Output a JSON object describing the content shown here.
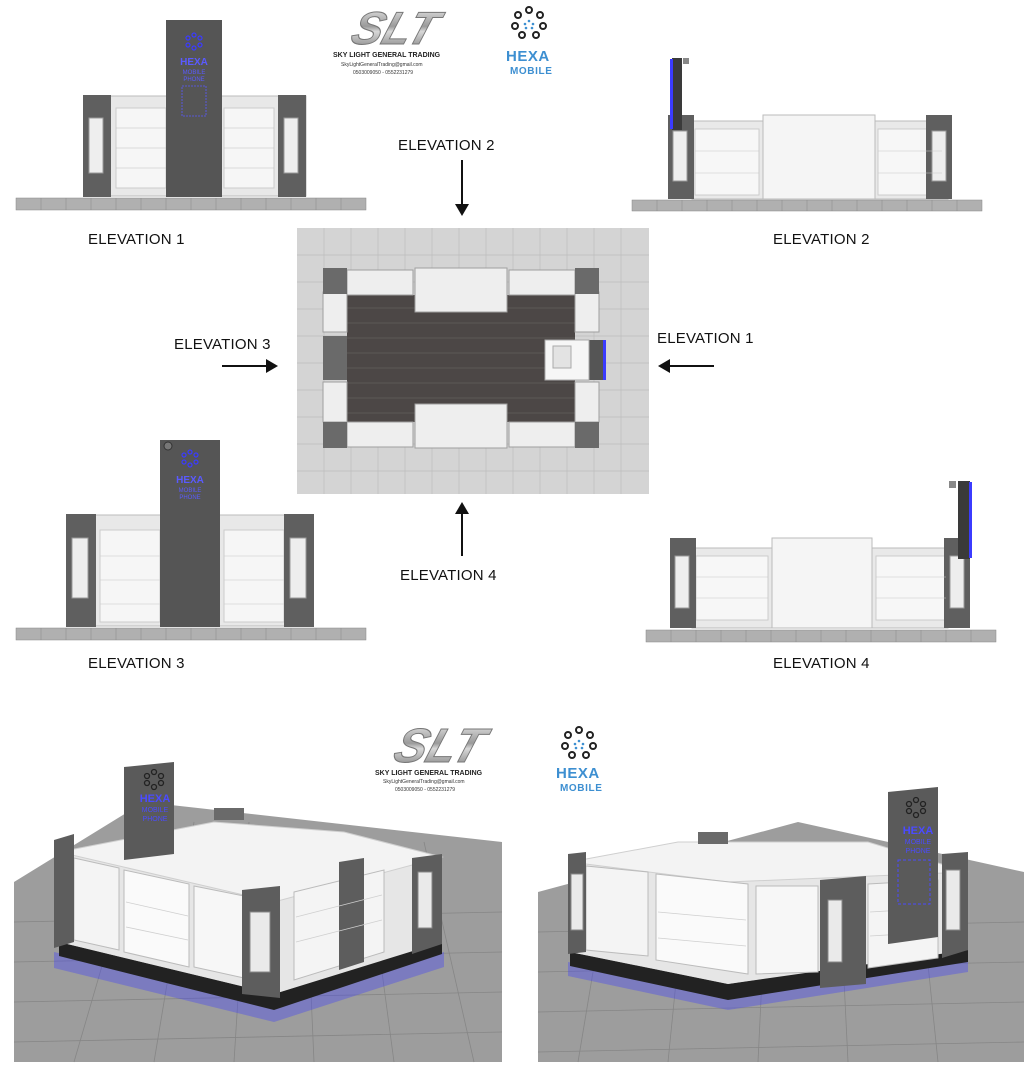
{
  "brand": {
    "slt_logo_text": "SLT",
    "company_name": "SKY LIGHT GENERAL TRADING",
    "company_email": "SkyLightGeneralTrading@gmail.com",
    "company_phone": "0503009050 - 0552231279",
    "client_name": "HEXA",
    "client_sub": "MOBILE",
    "sign_line1": "HEXA",
    "sign_line2": "MOBILE",
    "sign_line3": "PHONE",
    "accent_color": "#3d8fd1",
    "led_color": "#3b3bff"
  },
  "elevations": {
    "e1": "ELEVATION 1",
    "e2": "ELEVATION 2",
    "e3": "ELEVATION 3",
    "e4": "ELEVATION 4"
  },
  "plan_arrows": {
    "top": "ELEVATION 2",
    "left": "ELEVATION 3",
    "right": "ELEVATION 1",
    "bottom": "ELEVATION 4"
  }
}
